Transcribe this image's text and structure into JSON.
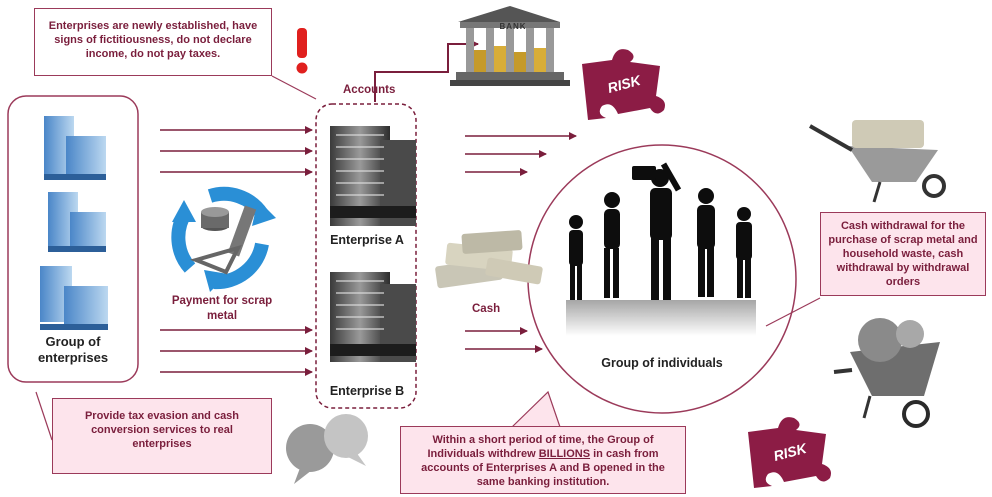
{
  "notes": {
    "top_left": "Enterprises are newly established, have signs of fictitiousness, do not declare income, do not pay taxes.",
    "bottom_left": "Provide tax evasion and cash conversion services to real enterprises",
    "bottom_center_prefix": "Within a short period of time, the Group of Individuals withdrew",
    "bottom_center_highlight": "BILLIONS",
    "bottom_center_suffix": "in cash from accounts of Enterprises A and B opened in the same banking institution.",
    "right": "Cash withdrawal for the purchase of  scrap metal and household waste, cash withdrawal by withdrawal orders"
  },
  "labels": {
    "accounts": "Accounts",
    "bank": "BANK",
    "risk_top": "RISK",
    "risk_bottom": "RISK",
    "enterprise_a": "Enterprise A",
    "enterprise_b": "Enterprise B",
    "cash": "Cash",
    "payment": "Payment for scrap metal",
    "group_enterprises": "Group of enterprises",
    "group_individuals": "Group of individuals"
  },
  "colors": {
    "accent": "#7a1e3c",
    "note_fill": "#fde4ec",
    "alert": "#e0201e",
    "recycle": "#2a8fd6"
  }
}
